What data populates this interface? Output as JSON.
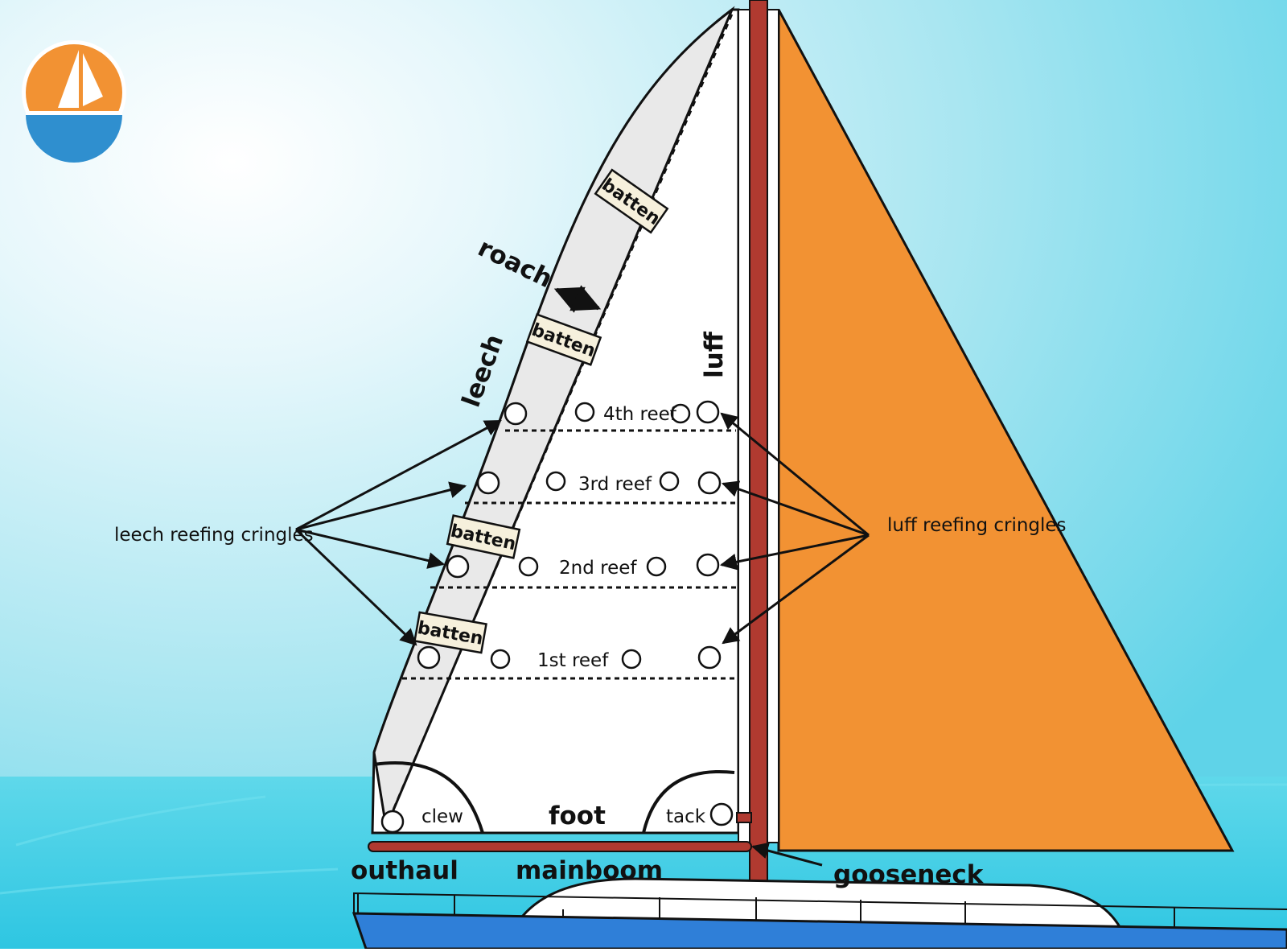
{
  "labels": {
    "roach": "roach",
    "leech": "leech",
    "luff": "luff",
    "batten": "batten",
    "reefs": [
      "4th reef",
      "3rd reef",
      "2nd reef",
      "1st reef"
    ],
    "leech_reefing_cringles": "leech reefing cringles",
    "luff_reefing_cringles": "luff reefing cringles",
    "clew": "clew",
    "foot": "foot",
    "tack": "tack",
    "outhaul": "outhaul",
    "mainboom": "mainboom",
    "gooseneck": "gooseneck"
  },
  "colors": {
    "sky_light": "#f4fbfd",
    "sky": "#8fdcea",
    "sea": "#35cde5",
    "mainsail": "#ffffff",
    "roach_fill": "#e9e9e9",
    "jib": "#f29233",
    "mast": "#b03a30",
    "hull": "#2f7fd8",
    "batten_fill": "#f6f0dc",
    "logo_orange": "#f29233",
    "logo_blue": "#2f8fcf"
  },
  "icons": {
    "logo": "sailboat-logo-icon"
  }
}
